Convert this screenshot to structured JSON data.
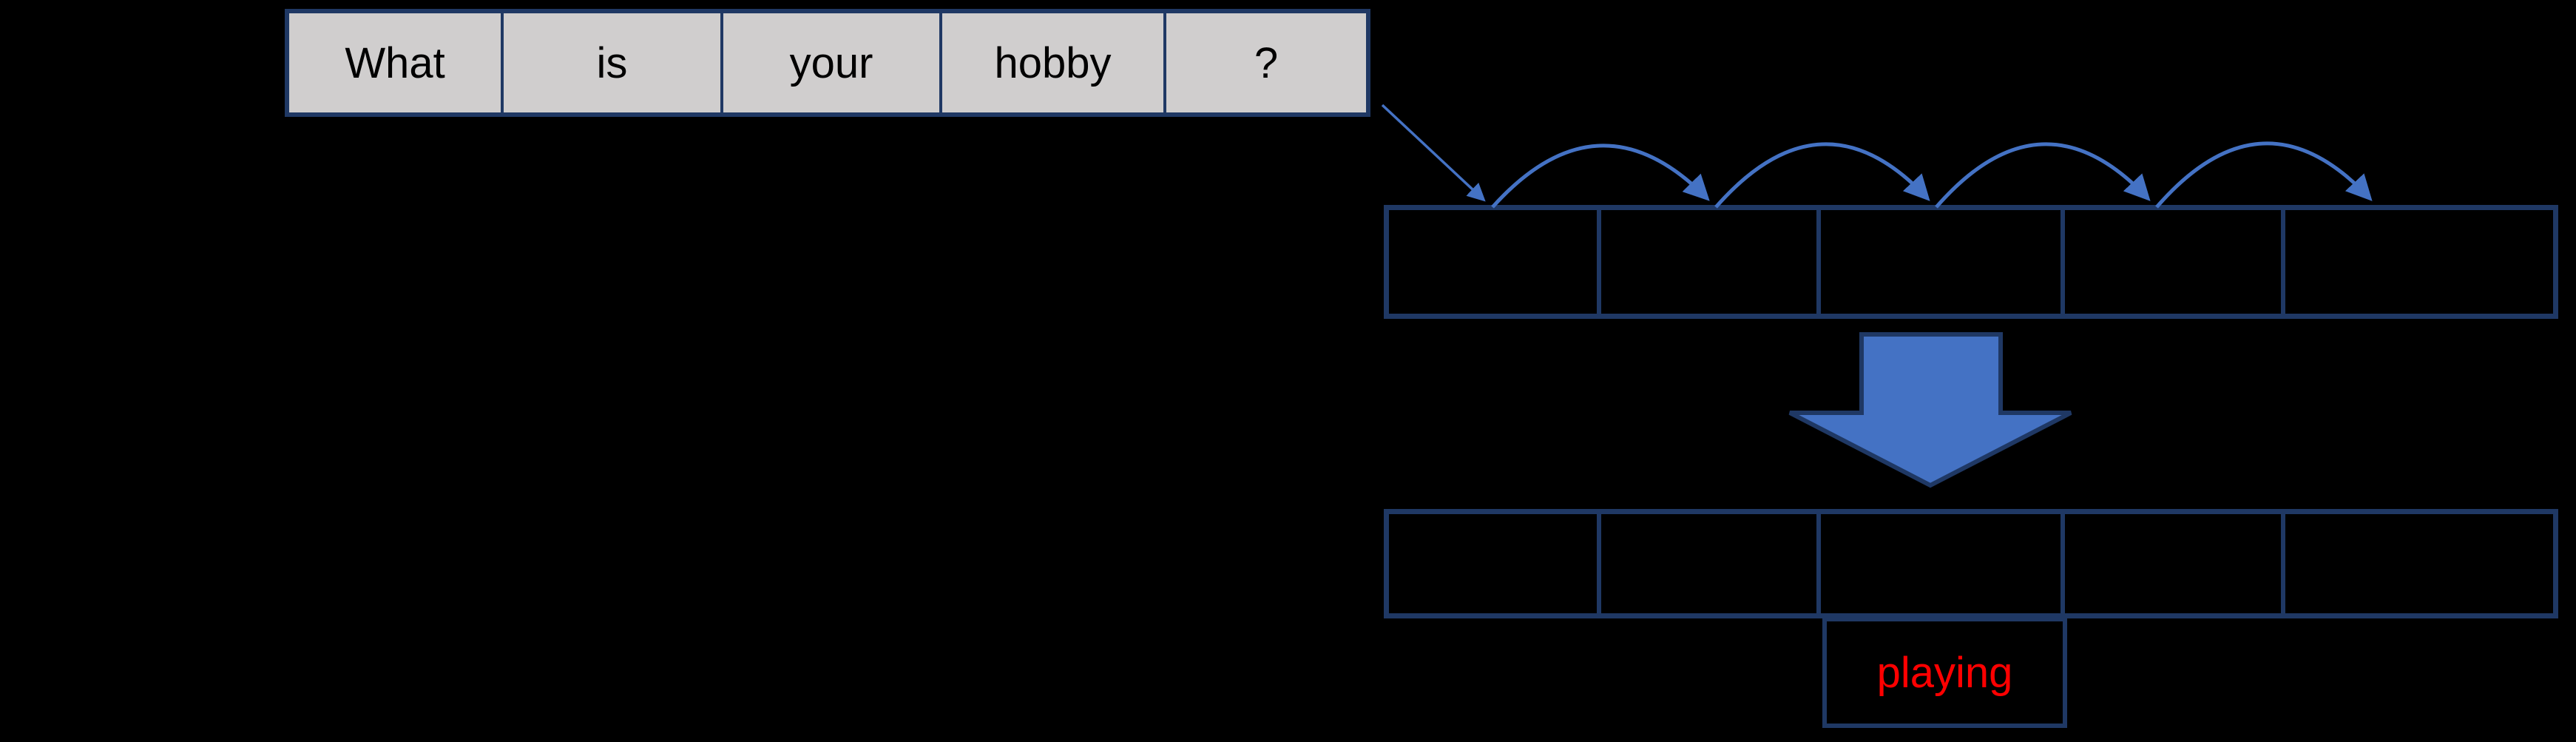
{
  "colors": {
    "background": "#000000",
    "token_cell_fill": "#D0CECE",
    "border_navy": "#1F3864",
    "arrow_blue": "#4472C4",
    "prediction_red": "#FF0000",
    "token_text": "#000000"
  },
  "input_sentence": {
    "tokens": [
      "What",
      "is",
      "your",
      "hobby",
      "?"
    ]
  },
  "token_vector_row": {
    "cell_count": 5
  },
  "output_vector_row": {
    "cell_count": 5
  },
  "prediction": {
    "word": "playing"
  },
  "icons": {
    "sentence_to_row_arrow": "diagonal-arrow",
    "hop_arcs": "curved-hop-arrows",
    "transform_arrow": "down-block-arrow"
  }
}
